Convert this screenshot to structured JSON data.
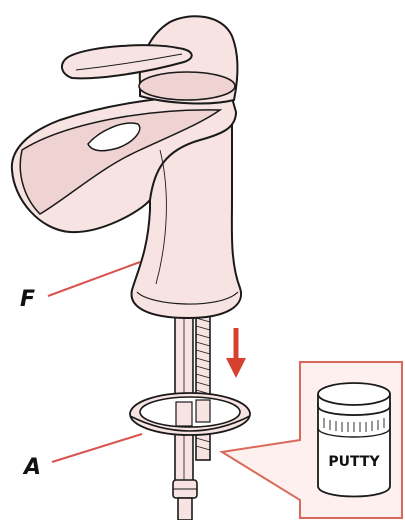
{
  "diagram": {
    "labels": {
      "faucet": "F",
      "gasket": "A"
    },
    "inset": {
      "jar_label": "PUTTY"
    },
    "colors": {
      "faucet_fill": "#f6e3e2",
      "callout_red": "#d9534f",
      "arrow_red": "#d6402f",
      "inset_border": "#d96a5a",
      "inset_fill": "#fdf0ee",
      "outline": "#1a1a1a"
    },
    "icons": {
      "install_direction": "arrow-down-icon",
      "putty_container": "putty-jar-icon"
    }
  }
}
